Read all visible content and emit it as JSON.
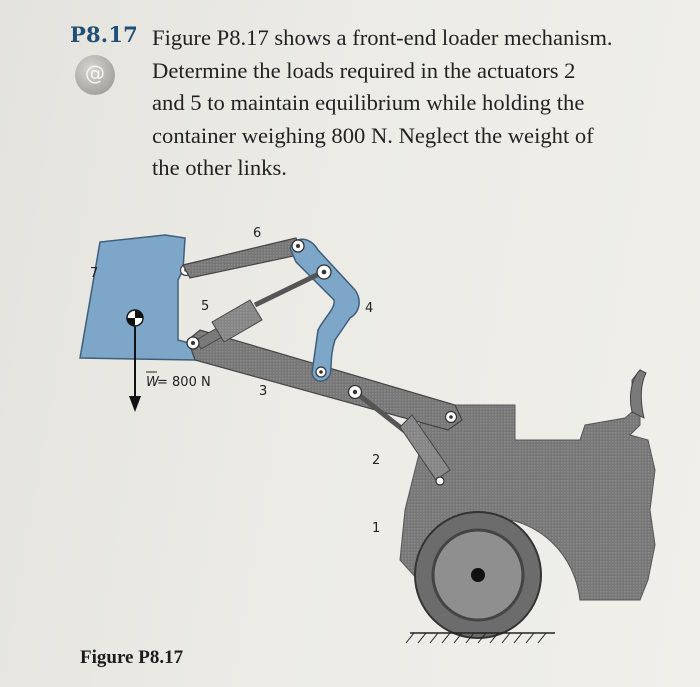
{
  "problem": {
    "number": "P8.17",
    "badge_icon": "web-link-icon",
    "badge_text": "@",
    "lines": [
      "Figure P8.17 shows a front-end loader mechanism.",
      "Determine the loads required in the actuators 2",
      "and 5 to maintain equilibrium while holding the",
      "container weighing 800 N. Neglect the weight of",
      "the other links."
    ]
  },
  "figure": {
    "caption": "Figure P8.17",
    "labels": {
      "link1": "1",
      "link2": "2",
      "link3": "3",
      "link4": "4",
      "link5": "5",
      "link6": "6",
      "link7": "7",
      "weight_prefix": "W",
      "weight_value": " = 800 N"
    },
    "colors": {
      "links": "#6f6f6f",
      "bucket": "#7ea6c8",
      "tractor": "#8a8a8a",
      "accent_title": "#1f4f75"
    }
  }
}
